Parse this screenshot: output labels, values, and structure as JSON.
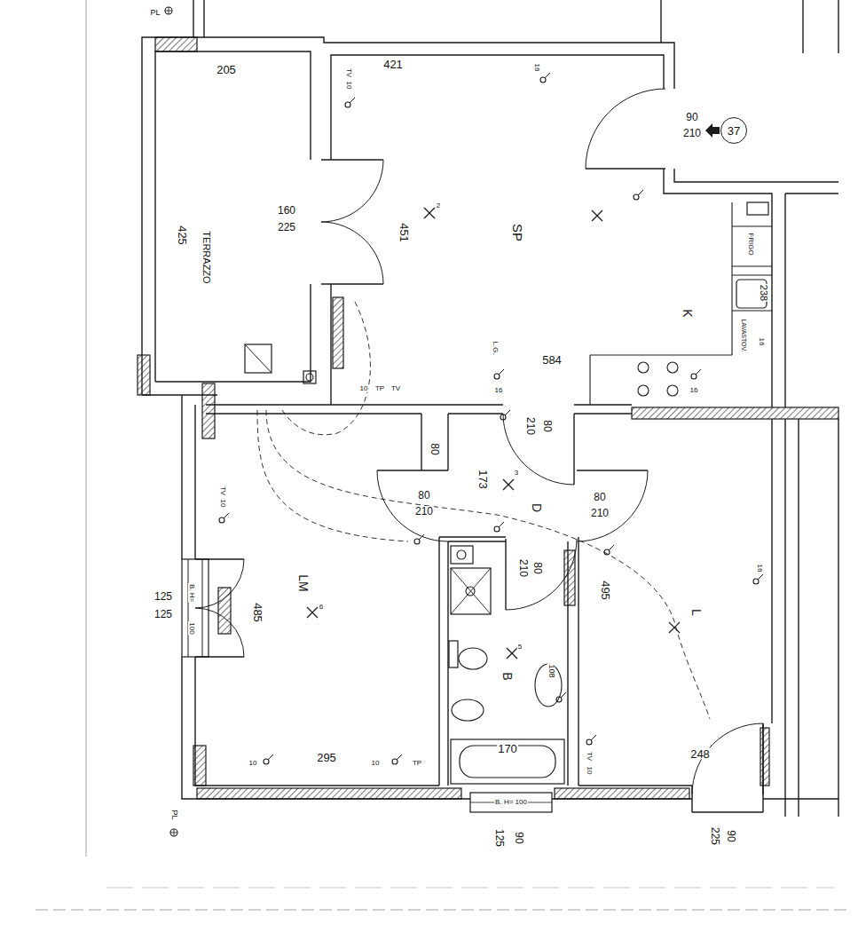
{
  "diagram": {
    "nodes": [
      {
        "text": [
          "37"
        ]
      }
    ],
    "labels": [
      "PL",
      "205",
      "TV",
      "10",
      "421",
      "16",
      "90",
      "210",
      "425",
      "TERRAZZO",
      "160",
      "225",
      "2",
      "451",
      "SP",
      "FRIGO",
      "K",
      "LAVASTOV.",
      "238",
      "16",
      "L.G.",
      "584",
      "10",
      "TP",
      "TV",
      "16",
      "16",
      "80",
      "210",
      "80",
      "173",
      "3",
      "D",
      "80",
      "210",
      "80",
      "210",
      "TV",
      "10",
      "80",
      "210",
      "16",
      "6",
      "LM",
      "485",
      "125",
      "125",
      "B. H=",
      "100",
      "495",
      "L",
      "5",
      "B",
      "108",
      "10",
      "295",
      "10",
      "TP",
      "170",
      "TV",
      "10",
      "248",
      "PL",
      "B. H= 100",
      "125",
      "90",
      "225",
      "90"
    ]
  }
}
